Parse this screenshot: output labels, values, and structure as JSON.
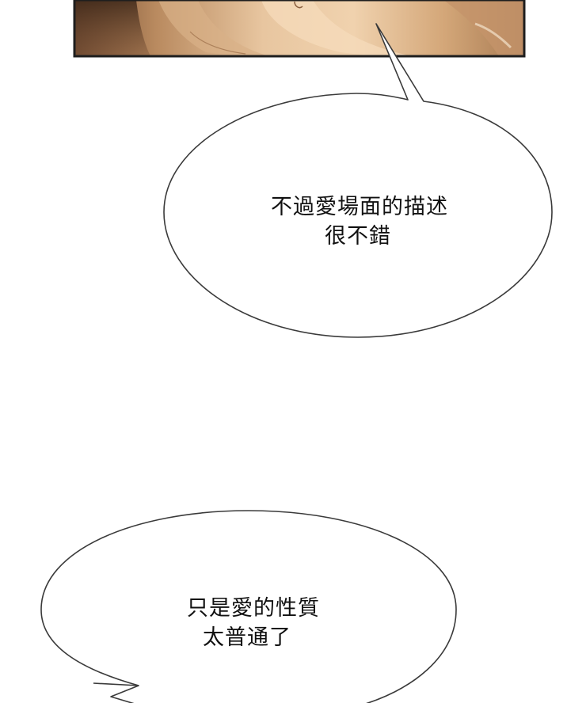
{
  "panel": {
    "image": "cropped comic panel showing skin / body close-up in warm beige and brown tones"
  },
  "bubbles": [
    {
      "lines": [
        "不過愛場面的描述",
        "很不錯"
      ]
    },
    {
      "lines": [
        "只是愛的性質",
        "太普通了"
      ]
    }
  ],
  "colors": {
    "background": "#ffffff",
    "panel_border": "#1e1e1e",
    "bubble_stroke": "#3a3a3a",
    "text": "#111111",
    "skin_light": "#e9c79f",
    "skin_mid": "#c99b6c",
    "skin_dark": "#5a3a26"
  }
}
